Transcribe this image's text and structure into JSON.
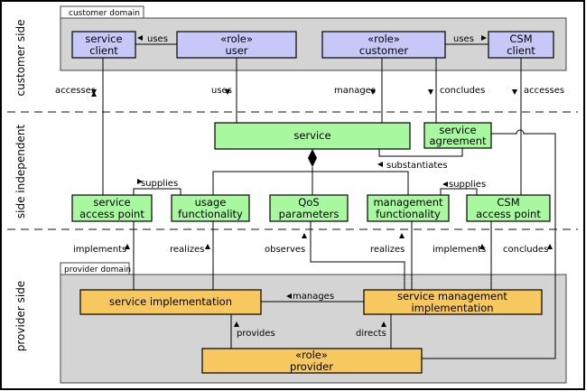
{
  "sides": {
    "customer": "customer side",
    "independent": "side independent",
    "provider": "provider side"
  },
  "domains": {
    "customer": "customer domain",
    "provider": "provider domain"
  },
  "nodes": {
    "service_client": {
      "line1": "service",
      "line2": "client"
    },
    "user": {
      "line1": "«role»",
      "line2": "user"
    },
    "customer": {
      "line1": "«role»",
      "line2": "customer"
    },
    "csm_client": {
      "line1": "CSM",
      "line2": "client"
    },
    "service": {
      "line1": "service"
    },
    "service_agreement": {
      "line1": "service",
      "line2": "agreement"
    },
    "service_access_point": {
      "line1": "service",
      "line2": "access point"
    },
    "usage_functionality": {
      "line1": "usage",
      "line2": "functionality"
    },
    "qos_parameters": {
      "line1": "QoS",
      "line2": "parameters"
    },
    "management_functionality": {
      "line1": "management",
      "line2": "functionality"
    },
    "csm_access_point": {
      "line1": "CSM",
      "line2": "access point"
    },
    "service_implementation": {
      "line1": "service implementation"
    },
    "service_management_implementation": {
      "line1": "service management",
      "line2": "implementation"
    },
    "provider": {
      "line1": "«role»",
      "line2": "provider"
    }
  },
  "labels": {
    "uses_top_left": "uses",
    "uses_top_right": "uses",
    "accesses_left": "accesses",
    "uses_mid": "uses",
    "manages_mid": "manages",
    "concludes_mid": "concludes",
    "accesses_right": "accesses",
    "supplies_left": "supplies",
    "supplies_right": "supplies",
    "substantiates": "substantiates",
    "implements_left": "implements",
    "realizes_left": "realizes",
    "observes": "observes",
    "realizes_right": "realizes",
    "implements_right": "implements",
    "concludes_bottom": "concludes",
    "manages_bottom": "manages",
    "provides": "provides",
    "directs": "directs"
  }
}
